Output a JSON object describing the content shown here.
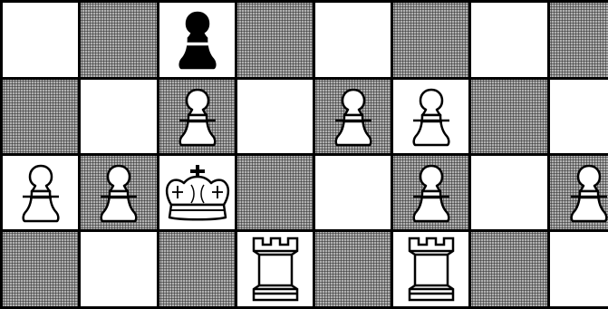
{
  "board": {
    "columns": 8,
    "rows": 4,
    "pieces": [
      {
        "row": 0,
        "col": 2,
        "piece": "pawn",
        "color": "black"
      },
      {
        "row": 1,
        "col": 2,
        "piece": "pawn",
        "color": "white"
      },
      {
        "row": 1,
        "col": 4,
        "piece": "pawn",
        "color": "white"
      },
      {
        "row": 1,
        "col": 5,
        "piece": "pawn",
        "color": "white"
      },
      {
        "row": 2,
        "col": 0,
        "piece": "pawn",
        "color": "white"
      },
      {
        "row": 2,
        "col": 1,
        "piece": "pawn",
        "color": "white"
      },
      {
        "row": 2,
        "col": 2,
        "piece": "king",
        "color": "white"
      },
      {
        "row": 2,
        "col": 5,
        "piece": "pawn",
        "color": "white"
      },
      {
        "row": 2,
        "col": 7,
        "piece": "pawn",
        "color": "white"
      },
      {
        "row": 3,
        "col": 3,
        "piece": "rook",
        "color": "white"
      },
      {
        "row": 3,
        "col": 5,
        "piece": "rook",
        "color": "white"
      }
    ]
  }
}
